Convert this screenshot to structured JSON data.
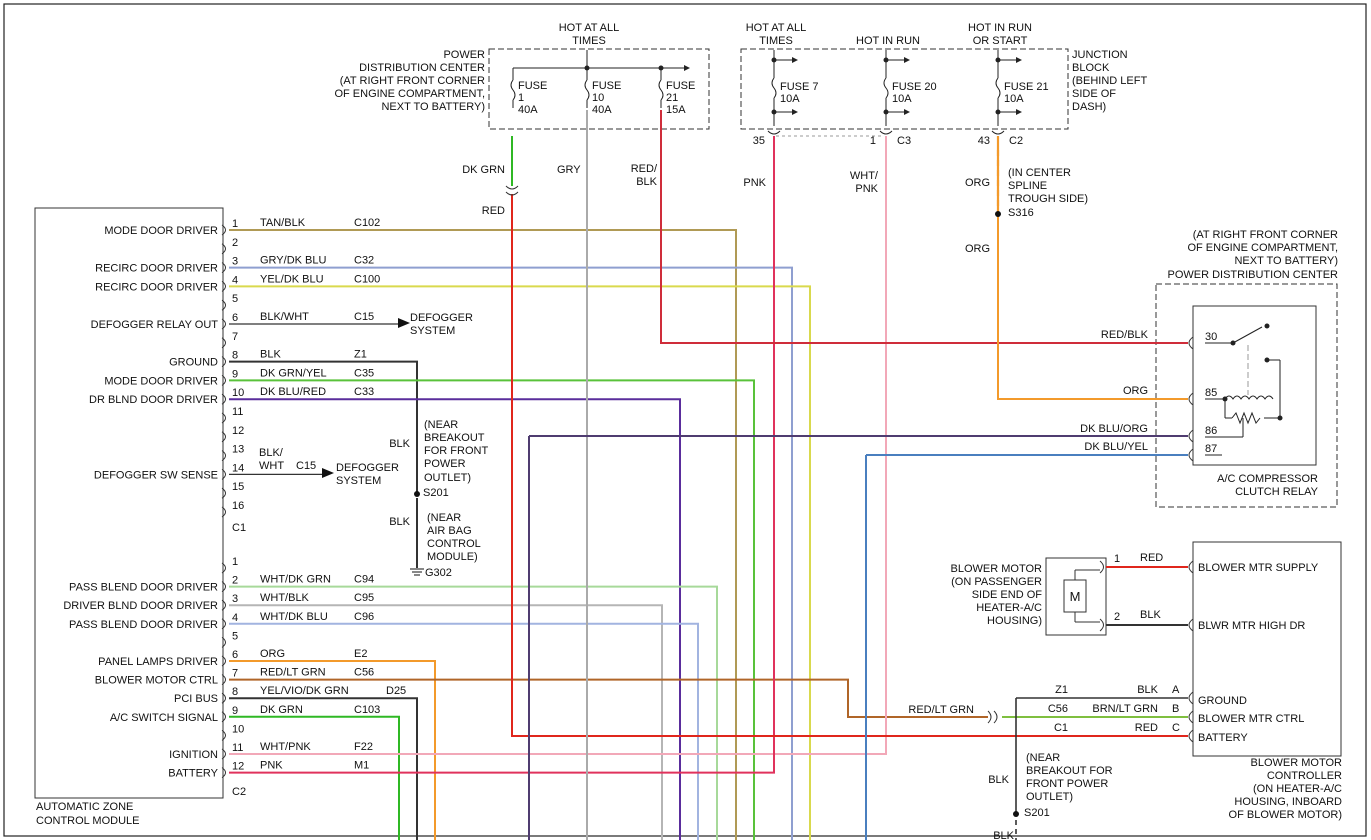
{
  "colors": {
    "tan_blk": "#b09a55",
    "gry_dkblu": "#8f9fd0",
    "yel_dkblu": "#d9d94d",
    "blk": "#333333",
    "dkgrn_yel": "#59c23a",
    "dkblu_red": "#5a2d9c",
    "wht_dkgrn": "#a7d99a",
    "wht_blk": "#b5b5b5",
    "wht_dkblu": "#a2b4e0",
    "org": "#f39a2b",
    "red_ltgrn": "#b06528",
    "dkgrn": "#2fb824",
    "wht_pnk": "#f2a8b8",
    "pnk": "#e0325c",
    "red": "#e0261c",
    "gry": "#aaaaaa",
    "red_blk": "#cf2d3a",
    "dkblu_org": "#4f3c70",
    "dkblu_yel": "#4a7fbf",
    "brn_ltgrn": "#7fbf3f",
    "outline": "#333333"
  },
  "labels": {
    "hot_all_1": "HOT AT ALL",
    "times_1": "TIMES",
    "hot_all_2": "HOT AT ALL",
    "times_2": "TIMES",
    "hot_in_run": "HOT IN RUN",
    "hot_run_start_1": "HOT IN RUN",
    "hot_run_start_2": "OR START",
    "pdc_top": [
      "POWER",
      "DISTRIBUTION CENTER",
      "(AT RIGHT FRONT CORNER",
      "OF ENGINE COMPARTMENT,",
      "NEXT TO BATTERY)"
    ],
    "junction_block": [
      "JUNCTION",
      "BLOCK",
      "(BEHIND LEFT",
      "SIDE OF",
      "DASH)"
    ],
    "fuses_pdc": [
      {
        "name": "FUSE",
        "num": "1",
        "amp": "40A"
      },
      {
        "name": "FUSE",
        "num": "10",
        "amp": "40A"
      },
      {
        "name": "FUSE",
        "num": "21",
        "amp": "15A"
      }
    ],
    "fuses_jb": [
      {
        "name": "FUSE 7",
        "amp": "10A"
      },
      {
        "name": "FUSE 20",
        "amp": "10A"
      },
      {
        "name": "FUSE 21",
        "amp": "10A"
      }
    ],
    "jb_pin_35": "35",
    "jb_pin_1": "1",
    "jb_c3": "C3",
    "jb_pin_43": "43",
    "jb_c2": "C2",
    "dk_grn": "DK GRN",
    "gry": "GRY",
    "red_blk_1": "RED/",
    "red_blk_2": "BLK",
    "red": "RED",
    "pnk": "PNK",
    "wht_pnk_1": "WHT/",
    "wht_pnk_2": "PNK",
    "org_1": "ORG",
    "center_spline": [
      "(IN CENTER",
      "SPLINE",
      "TROUGH SIDE)"
    ],
    "s316": "S316",
    "org_2": "ORG",
    "pdc_right": [
      "(AT RIGHT FRONT CORNER",
      "OF ENGINE COMPARTMENT,",
      "NEXT TO BATTERY)",
      "POWER DISTRIBUTION CENTER"
    ],
    "red_blk_relay": "RED/BLK",
    "org_relay": "ORG",
    "dkblu_org": "DK BLU/ORG",
    "dkblu_yel": "DK BLU/YEL",
    "relay_pins": [
      "30",
      "85",
      "86",
      "87"
    ],
    "relay_name": [
      "A/C COMPRESSOR",
      "CLUTCH RELAY"
    ],
    "c1_top": [
      {
        "pin": "1",
        "func": "MODE DOOR DRIVER",
        "wire": "TAN/BLK",
        "ckt": "C102"
      },
      {
        "pin": "2",
        "func": "",
        "wire": "",
        "ckt": ""
      },
      {
        "pin": "3",
        "func": "RECIRC DOOR DRIVER",
        "wire": "GRY/DK BLU",
        "ckt": "C32"
      },
      {
        "pin": "4",
        "func": "RECIRC DOOR DRIVER",
        "wire": "YEL/DK BLU",
        "ckt": "C100"
      },
      {
        "pin": "5",
        "func": "",
        "wire": "",
        "ckt": ""
      },
      {
        "pin": "6",
        "func": "DEFOGGER RELAY OUT",
        "wire": "BLK/WHT",
        "ckt": "C15"
      },
      {
        "pin": "7",
        "func": "",
        "wire": "",
        "ckt": ""
      },
      {
        "pin": "8",
        "func": "GROUND",
        "wire": "BLK",
        "ckt": "Z1"
      },
      {
        "pin": "9",
        "func": "MODE DOOR DRIVER",
        "wire": "DK GRN/YEL",
        "ckt": "C35"
      },
      {
        "pin": "10",
        "func": "DR BLND DOOR DRIVER",
        "wire": "DK BLU/RED",
        "ckt": "C33"
      },
      {
        "pin": "11",
        "func": "",
        "wire": "",
        "ckt": ""
      },
      {
        "pin": "12",
        "func": "",
        "wire": "",
        "ckt": ""
      },
      {
        "pin": "13",
        "func": "",
        "wire": "",
        "ckt": ""
      },
      {
        "pin": "14",
        "func": "DEFOGGER SW SENSE",
        "wire": "",
        "ckt": ""
      },
      {
        "pin": "15",
        "func": "",
        "wire": "",
        "ckt": ""
      },
      {
        "pin": "16",
        "func": "",
        "wire": "",
        "ckt": ""
      }
    ],
    "defogger_system_1": [
      "DEFOGGER",
      "SYSTEM"
    ],
    "defogger_system_2": [
      "DEFOGGER",
      "SYSTEM"
    ],
    "blk_wht_13": "BLK/",
    "blk_wht_14": "WHT",
    "c15_14": "C15",
    "c1": "C1",
    "blk_ground_1": "BLK",
    "breakout_1": [
      "(NEAR",
      "BREAKOUT",
      "FOR FRONT",
      "POWER",
      "OUTLET)"
    ],
    "s201": "S201",
    "blk_ground_2": "BLK",
    "airbag": [
      "(NEAR",
      "AIR BAG",
      "CONTROL",
      "MODULE)"
    ],
    "g302": "G302",
    "c2_rows": [
      {
        "pin": "1",
        "func": "",
        "wire": "",
        "ckt": ""
      },
      {
        "pin": "2",
        "func": "PASS BLEND DOOR DRIVER",
        "wire": "WHT/DK GRN",
        "ckt": "C94"
      },
      {
        "pin": "3",
        "func": "DRIVER BLND DOOR DRIVER",
        "wire": "WHT/BLK",
        "ckt": "C95"
      },
      {
        "pin": "4",
        "func": "PASS BLEND DOOR DRIVER",
        "wire": "WHT/DK BLU",
        "ckt": "C96"
      },
      {
        "pin": "5",
        "func": "",
        "wire": "",
        "ckt": ""
      },
      {
        "pin": "6",
        "func": "PANEL LAMPS DRIVER",
        "wire": "ORG",
        "ckt": "E2"
      },
      {
        "pin": "7",
        "func": "BLOWER MOTOR CTRL",
        "wire": "RED/LT GRN",
        "ckt": "C56"
      },
      {
        "pin": "8",
        "func": "PCI BUS",
        "wire": "YEL/VIO/DK GRN",
        "ckt": "D25"
      },
      {
        "pin": "9",
        "func": "A/C SWITCH SIGNAL",
        "wire": "DK GRN",
        "ckt": "C103"
      },
      {
        "pin": "10",
        "func": "",
        "wire": "",
        "ckt": ""
      },
      {
        "pin": "11",
        "func": "IGNITION",
        "wire": "WHT/PNK",
        "ckt": "F22"
      },
      {
        "pin": "12",
        "func": "BATTERY",
        "wire": "PNK",
        "ckt": "M1"
      }
    ],
    "c2": "C2",
    "module_name": [
      "AUTOMATIC ZONE",
      "CONTROL MODULE"
    ],
    "blower_motor_loc": [
      "BLOWER MOTOR",
      "(ON PASSENGER",
      "SIDE END OF",
      "HEATER-A/C",
      "HOUSING)"
    ],
    "motor_m": "M",
    "bm_pin_1": "1",
    "bm_pin_2": "2",
    "bm_red": "RED",
    "bm_blk": "BLK",
    "bmc_pins": [
      {
        "func": "BLOWER MTR SUPPLY"
      },
      {
        "func": "BLWR MTR HIGH DR"
      }
    ],
    "bmc_lower": [
      {
        "ckt": "Z1",
        "wire": "BLK",
        "pin": "A",
        "func": "GROUND"
      },
      {
        "ckt": "C56",
        "wire": "BRN/LT GRN",
        "pin": "B",
        "func": "BLOWER MTR CTRL"
      },
      {
        "ckt": "C1",
        "wire": "RED",
        "pin": "C",
        "func": "BATTERY"
      }
    ],
    "red_ltgrn_mid": "RED/LT GRN",
    "blk_lower": "BLK",
    "breakout_2": [
      "(NEAR",
      "BREAKOUT FOR",
      "FRONT POWER",
      "OUTLET)"
    ],
    "s201_2": "S201",
    "blk_bottom": "BLK",
    "bmc_name": [
      "BLOWER MOTOR",
      "CONTROLLER",
      "(ON HEATER-A/C",
      "HOUSING, INBOARD",
      "OF BLOWER MOTOR)"
    ]
  }
}
